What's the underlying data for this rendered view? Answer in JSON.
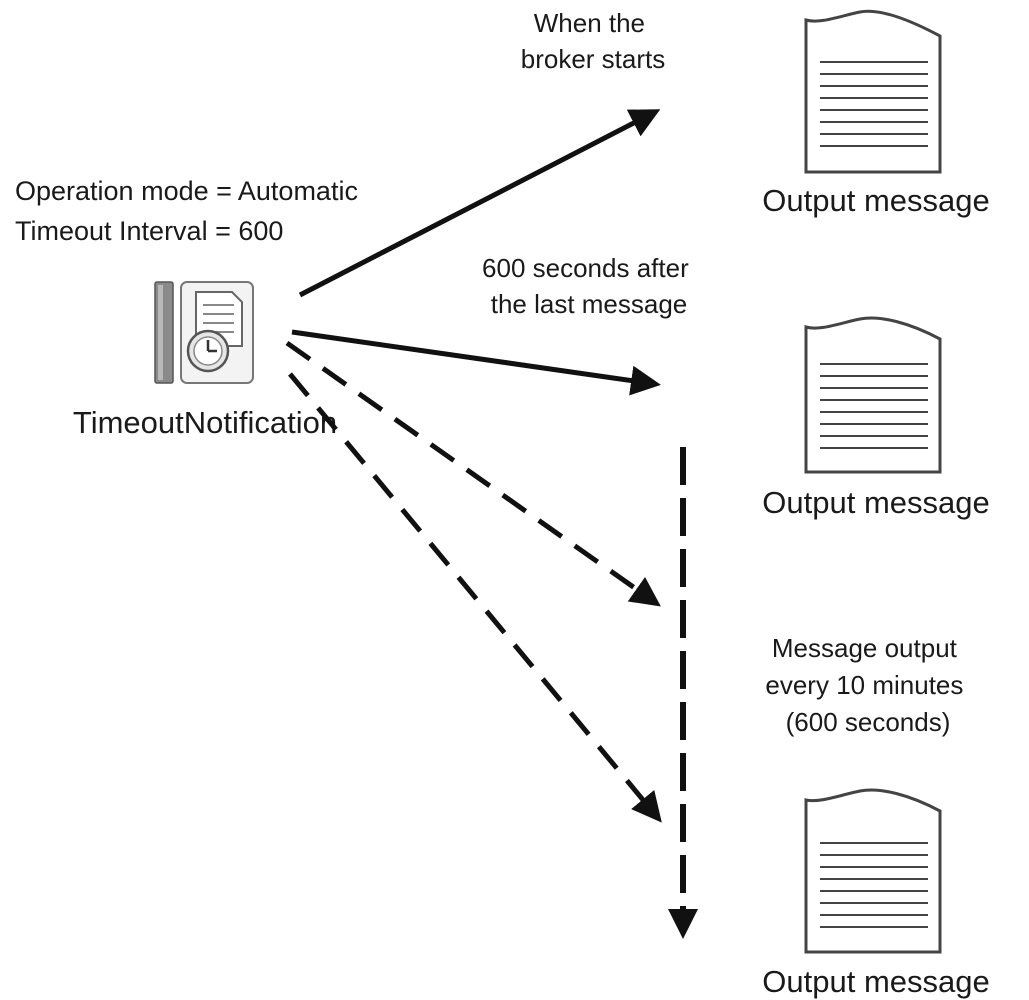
{
  "config": {
    "operation_mode": "Operation mode = Automatic",
    "timeout_interval": "Timeout Interval = 600"
  },
  "node": {
    "name": "TimeoutNotification",
    "icon": "timeout-notification-node-icon"
  },
  "events": {
    "broker_starts": [
      "When the",
      "broker starts"
    ],
    "after_last_message": [
      "600 seconds after",
      "the last message"
    ],
    "repeat": [
      "Message output",
      "every 10 minutes",
      "(600 seconds)"
    ]
  },
  "outputs": [
    {
      "label": "Output message",
      "icon": "document-icon"
    },
    {
      "label": "Output message",
      "icon": "document-icon"
    },
    {
      "label": "Output message",
      "icon": "document-icon"
    }
  ]
}
